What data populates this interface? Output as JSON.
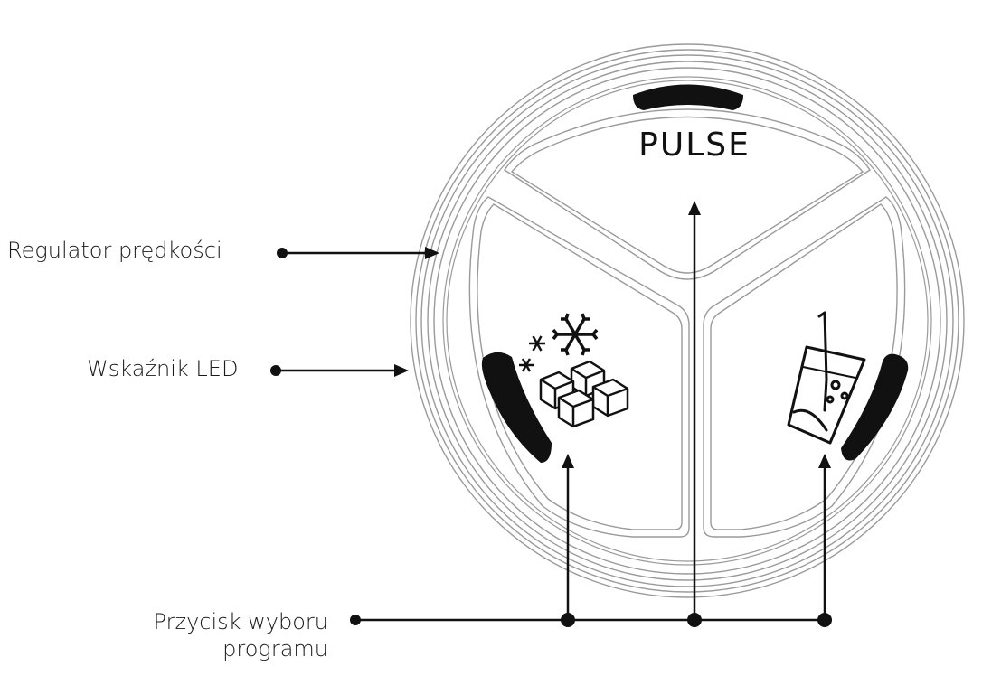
{
  "labels": {
    "speed_regulator": "Regulator prędkości",
    "led_indicator": "Wskaźnik LED",
    "program_button_line1": "Przycisk wyboru",
    "program_button_line2": "programu"
  },
  "panel": {
    "pulse_label": "PULSE"
  },
  "icons": {
    "left_segment": "ice-cubes-snowflake-icon",
    "right_segment": "drink-glass-straw-icon"
  },
  "colors": {
    "line": "#1a1a1a",
    "ring": "#9a9a9a",
    "led": "#111111"
  }
}
